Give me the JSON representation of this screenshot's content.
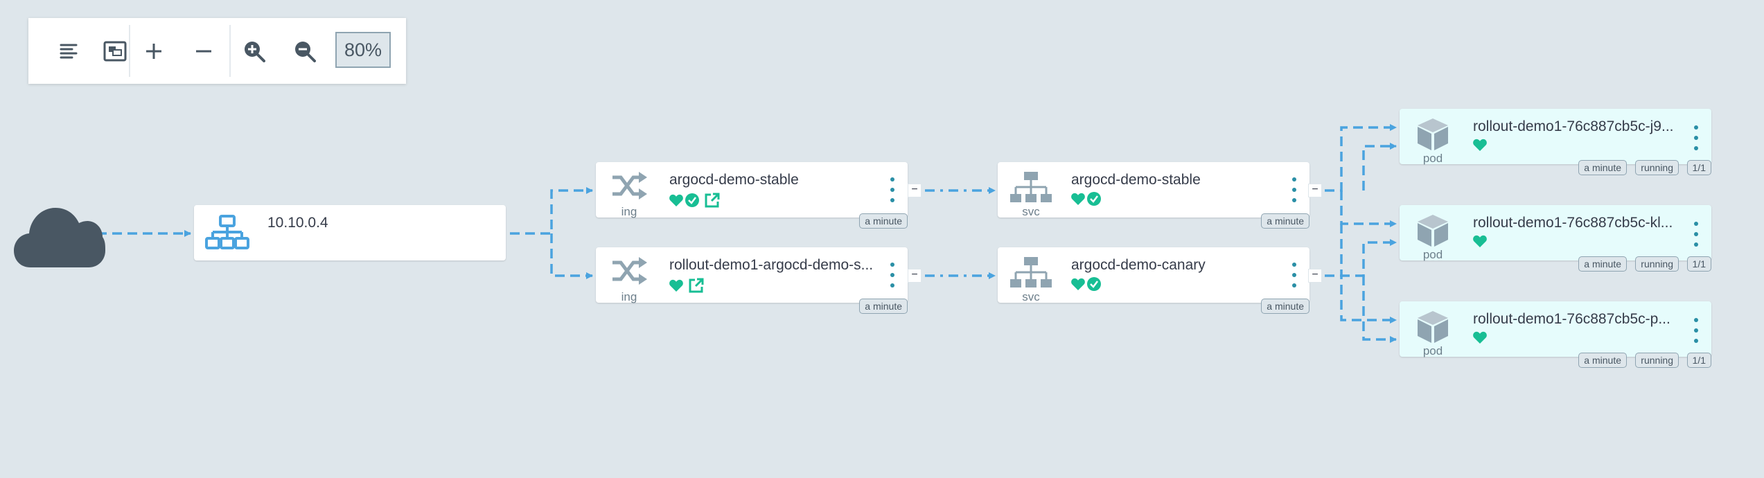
{
  "toolbar": {
    "zoom_label": "80%",
    "buttons": [
      "align-left-icon",
      "fit-view-icon",
      "expand-icon",
      "collapse-icon",
      "zoom-in-icon",
      "zoom-out-icon"
    ]
  },
  "colors": {
    "background": "#dee6eb",
    "edge": "#4aa3df",
    "health_green": "#18be94",
    "pod_background": "#e6fcfc",
    "menu_dots": "#2a8fa6",
    "icon_gray": "#8fa4b1"
  },
  "network": {
    "ip": "10.10.0.4"
  },
  "ingresses": [
    {
      "name": "argocd-demo-stable",
      "kind": "ing",
      "age": "a minute",
      "status_icons": [
        "heart-icon",
        "check-circle-icon",
        "external-link-icon"
      ]
    },
    {
      "name": "rollout-demo1-argocd-demo-s...",
      "kind": "ing",
      "age": "a minute",
      "status_icons": [
        "heart-icon",
        "external-link-icon"
      ]
    }
  ],
  "services": [
    {
      "name": "argocd-demo-stable",
      "kind": "svc",
      "age": "a minute",
      "status_icons": [
        "heart-icon",
        "check-circle-icon"
      ]
    },
    {
      "name": "argocd-demo-canary",
      "kind": "svc",
      "age": "a minute",
      "status_icons": [
        "heart-icon",
        "check-circle-icon"
      ]
    }
  ],
  "pods": [
    {
      "name": "rollout-demo1-76c887cb5c-j9...",
      "kind": "pod",
      "age": "a minute",
      "phase": "running",
      "ready": "1/1"
    },
    {
      "name": "rollout-demo1-76c887cb5c-kl...",
      "kind": "pod",
      "age": "a minute",
      "phase": "running",
      "ready": "1/1"
    },
    {
      "name": "rollout-demo1-76c887cb5c-p...",
      "kind": "pod",
      "age": "a minute",
      "phase": "running",
      "ready": "1/1"
    }
  ],
  "collapse_symbol": "−"
}
